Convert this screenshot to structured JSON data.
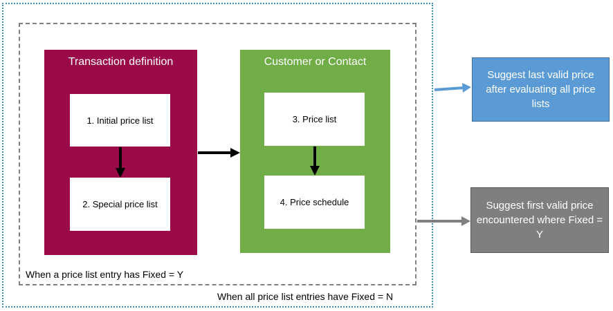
{
  "panels": {
    "transaction": {
      "title": "Transaction definition",
      "color": "#9b0a48"
    },
    "customer": {
      "title": "Customer or Contact",
      "color": "#70ad47"
    }
  },
  "steps": {
    "step1": "1. Initial price list",
    "step2": "2. Special price list",
    "step3": "3. Price list",
    "step4": "4. Price schedule"
  },
  "results": {
    "last_valid": {
      "text": "Suggest last valid price after evaluating all price lists",
      "color": "#5b9bd5"
    },
    "first_valid": {
      "text": "Suggest first valid price encountered where Fixed = Y",
      "color": "#7f7f7f"
    }
  },
  "captions": {
    "fixed_y": "When a price list entry has Fixed = Y",
    "fixed_n": "When all price list entries have Fixed = N"
  },
  "colors": {
    "outer_border": "#3e8fb8",
    "inner_border": "#7f7f7f",
    "arrow_black": "#000000",
    "arrow_blue": "#5b9bd5",
    "arrow_gray": "#7f7f7f"
  }
}
